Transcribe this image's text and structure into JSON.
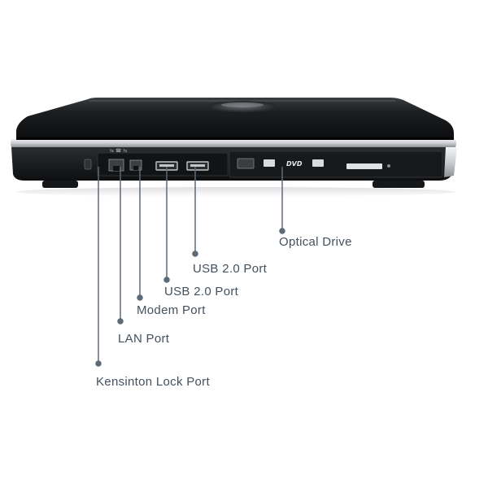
{
  "diagram": {
    "device": "laptop-side-view",
    "optical_logo_text": "DVD",
    "label_color": "#43505e",
    "line_color": "#5c6a78",
    "labels": {
      "optical_drive": "Optical Drive",
      "usb_port_1": "USB 2.0 Port",
      "usb_port_2": "USB 2.0 Port",
      "modem_port": "Modem Port",
      "lan_port": "LAN Port",
      "kensington_lock_port": "Kensinton Lock Port"
    }
  }
}
